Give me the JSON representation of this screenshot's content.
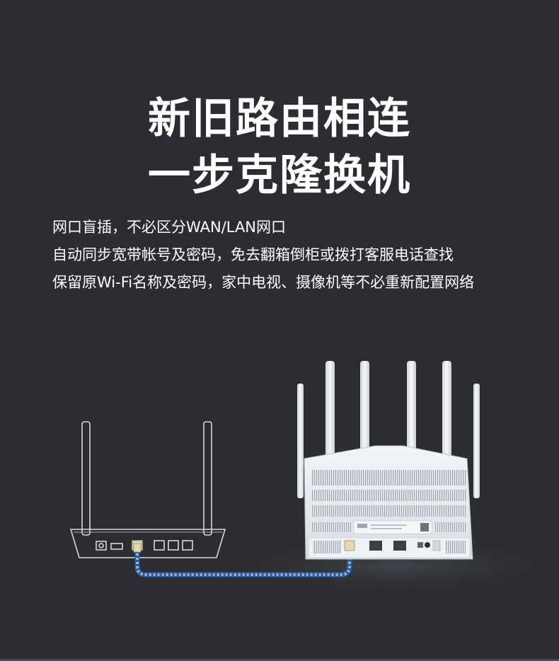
{
  "headline": {
    "line1": "新旧路由相连",
    "line2": "一步克隆换机"
  },
  "features": [
    "网口盲插，不必区分WAN/LAN网口",
    "自动同步宽带帐号及密码，免去翻箱倒柜或拨打客服电话查找",
    "保留原Wi-Fi名称及密码，家中电视、摄像机等不必重新配置网络"
  ],
  "colors": {
    "background": "#2b2d33",
    "text": "#ffffff",
    "cable": "#4a7cc2",
    "new_router": "#e9eef2"
  },
  "icons": [
    "old-router-outline",
    "new-router-six-antennas",
    "ethernet-cable"
  ]
}
